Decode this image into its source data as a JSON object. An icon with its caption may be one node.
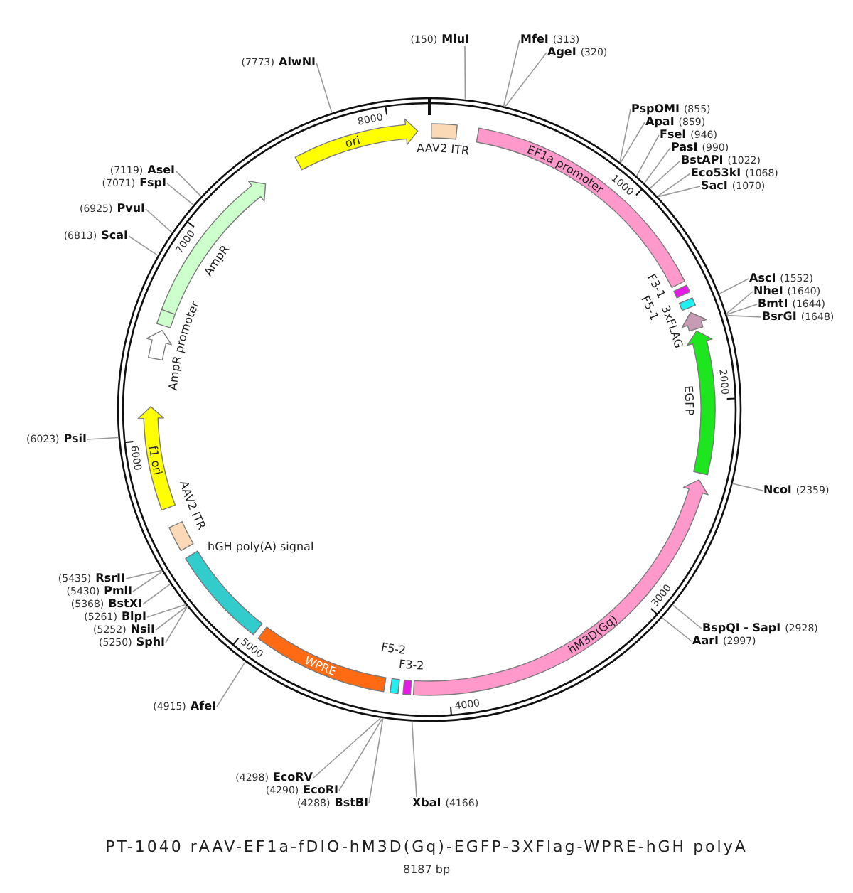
{
  "diagram": {
    "title": "PT-1040 rAAV-EF1a-fDIO-hM3D(Gq)-EGFP-3XFlag-WPRE-hGH polyA",
    "caption": "8187 bp",
    "nodes": [
      {
        "text": [],
        "shape": "circle"
      },
      {
        "text": [
          "AAV2 ITR"
        ],
        "in": 0
      },
      {
        "text": [
          "EF1a promoter"
        ],
        "in": 0
      },
      {
        "text": [
          "F3-1"
        ],
        "in": 0
      },
      {
        "text": [
          "F5-1"
        ],
        "in": 0
      },
      {
        "text": [
          "3xFLAG"
        ],
        "in": 0
      },
      {
        "text": [
          "EGFP"
        ],
        "in": 0
      },
      {
        "text": [
          "hM3D(Gq)"
        ],
        "in": 0
      },
      {
        "text": [
          "F3-2"
        ],
        "in": 0
      },
      {
        "text": [
          "F5-2"
        ],
        "in": 0
      },
      {
        "text": [
          "WPRE"
        ],
        "in": 0
      },
      {
        "text": [
          "hGH poly(A) signal"
        ],
        "in": 0
      },
      {
        "text": [
          "AAV2 ITR"
        ],
        "in": 0
      },
      {
        "text": [
          "f1 ori"
        ],
        "in": 0
      },
      {
        "text": [
          "AmpR promoter"
        ],
        "in": 0
      },
      {
        "text": [
          "AmpR"
        ],
        "in": 0
      },
      {
        "text": [
          "ori"
        ],
        "in": 0
      },
      {
        "text": [
          "(150)",
          "MluI"
        ]
      },
      {
        "text": [
          "MfeI",
          "(313)"
        ]
      },
      {
        "text": [
          "AgeI",
          "(320)"
        ]
      },
      {
        "text": [
          "PspOMI",
          "(855)"
        ]
      },
      {
        "text": [
          "ApaI",
          "(859)"
        ]
      },
      {
        "text": [
          "FseI",
          "(946)"
        ]
      },
      {
        "text": [
          "PasI",
          "(990)"
        ]
      },
      {
        "text": [
          "BstAPI",
          "(1022)"
        ]
      },
      {
        "text": [
          "Eco53kI",
          "(1068)"
        ]
      },
      {
        "text": [
          "SacI",
          "(1070)"
        ]
      },
      {
        "text": [
          "AscI",
          "(1552)"
        ]
      },
      {
        "text": [
          "NheI",
          "(1640)"
        ]
      },
      {
        "text": [
          "BmtI",
          "(1644)"
        ]
      },
      {
        "text": [
          "BsrGI",
          "(1648)"
        ]
      },
      {
        "text": [
          "NcoI",
          "(2359)"
        ]
      },
      {
        "text": [
          "BspQI - SapI",
          "(2928)"
        ]
      },
      {
        "text": [
          "AarI",
          "(2997)"
        ]
      },
      {
        "text": [
          "XbaI",
          "(4166)"
        ]
      },
      {
        "text": [
          "(4288)",
          "BstBI"
        ]
      },
      {
        "text": [
          "(4290)",
          "EcoRI"
        ]
      },
      {
        "text": [
          "(4298)",
          "EcoRV"
        ]
      },
      {
        "text": [
          "(4915)",
          "AfeI"
        ]
      },
      {
        "text": [
          "(5250)",
          "SphI"
        ]
      },
      {
        "text": [
          "(5252)",
          "NsiI"
        ]
      },
      {
        "text": [
          "(5261)",
          "BlpI"
        ]
      },
      {
        "text": [
          "(5368)",
          "BstXI"
        ]
      },
      {
        "text": [
          "(5430)",
          "PmlI"
        ]
      },
      {
        "text": [
          "(5435)",
          "RsrII"
        ]
      },
      {
        "text": [
          "(6023)",
          "PsiI"
        ]
      },
      {
        "text": [
          "(6813)",
          "ScaI"
        ]
      },
      {
        "text": [
          "(6925)",
          "PvuI"
        ]
      },
      {
        "text": [
          "(7071)",
          "FspI"
        ]
      },
      {
        "text": [
          "(7119)",
          "AseI"
        ]
      },
      {
        "text": [
          "(7773)",
          "AlwNI"
        ]
      }
    ],
    "edges": [
      {
        "from": 17,
        "to": 0,
        "arrow": "none"
      },
      {
        "from": 18,
        "to": 0,
        "arrow": "none"
      },
      {
        "from": 19,
        "to": 0,
        "arrow": "none"
      },
      {
        "from": 20,
        "to": 0,
        "arrow": "none"
      },
      {
        "from": 21,
        "to": 0,
        "arrow": "none"
      },
      {
        "from": 22,
        "to": 0,
        "arrow": "none"
      },
      {
        "from": 23,
        "to": 0,
        "arrow": "none"
      },
      {
        "from": 24,
        "to": 0,
        "arrow": "none"
      },
      {
        "from": 25,
        "to": 0,
        "arrow": "none"
      },
      {
        "from": 26,
        "to": 0,
        "arrow": "none"
      },
      {
        "from": 27,
        "to": 0,
        "arrow": "none"
      },
      {
        "from": 28,
        "to": 0,
        "arrow": "none"
      },
      {
        "from": 29,
        "to": 0,
        "arrow": "none"
      },
      {
        "from": 30,
        "to": 0,
        "arrow": "none"
      },
      {
        "from": 31,
        "to": 0,
        "arrow": "none"
      },
      {
        "from": 32,
        "to": 0,
        "arrow": "none"
      },
      {
        "from": 33,
        "to": 0,
        "arrow": "none"
      },
      {
        "from": 34,
        "to": 0,
        "arrow": "none"
      },
      {
        "from": 35,
        "to": 0,
        "arrow": "none"
      },
      {
        "from": 36,
        "to": 0,
        "arrow": "none"
      },
      {
        "from": 37,
        "to": 0,
        "arrow": "none"
      },
      {
        "from": 38,
        "to": 0,
        "arrow": "none"
      },
      {
        "from": 39,
        "to": 0,
        "arrow": "none"
      },
      {
        "from": 40,
        "to": 0,
        "arrow": "none"
      },
      {
        "from": 41,
        "to": 0,
        "arrow": "none"
      },
      {
        "from": 42,
        "to": 0,
        "arrow": "none"
      },
      {
        "from": 43,
        "to": 0,
        "arrow": "none"
      },
      {
        "from": 44,
        "to": 0,
        "arrow": "none"
      },
      {
        "from": 45,
        "to": 0,
        "arrow": "none"
      },
      {
        "from": 46,
        "to": 0,
        "arrow": "none"
      },
      {
        "from": 47,
        "to": 0,
        "arrow": "none"
      },
      {
        "from": 48,
        "to": 0,
        "arrow": "none"
      },
      {
        "from": 49,
        "to": 0,
        "arrow": "none"
      },
      {
        "from": 50,
        "to": 0,
        "arrow": "none"
      }
    ],
    "labels": [
      "1000",
      "2000",
      "3000",
      "4000",
      "5000",
      "6000",
      "7000",
      "8000"
    ]
  }
}
